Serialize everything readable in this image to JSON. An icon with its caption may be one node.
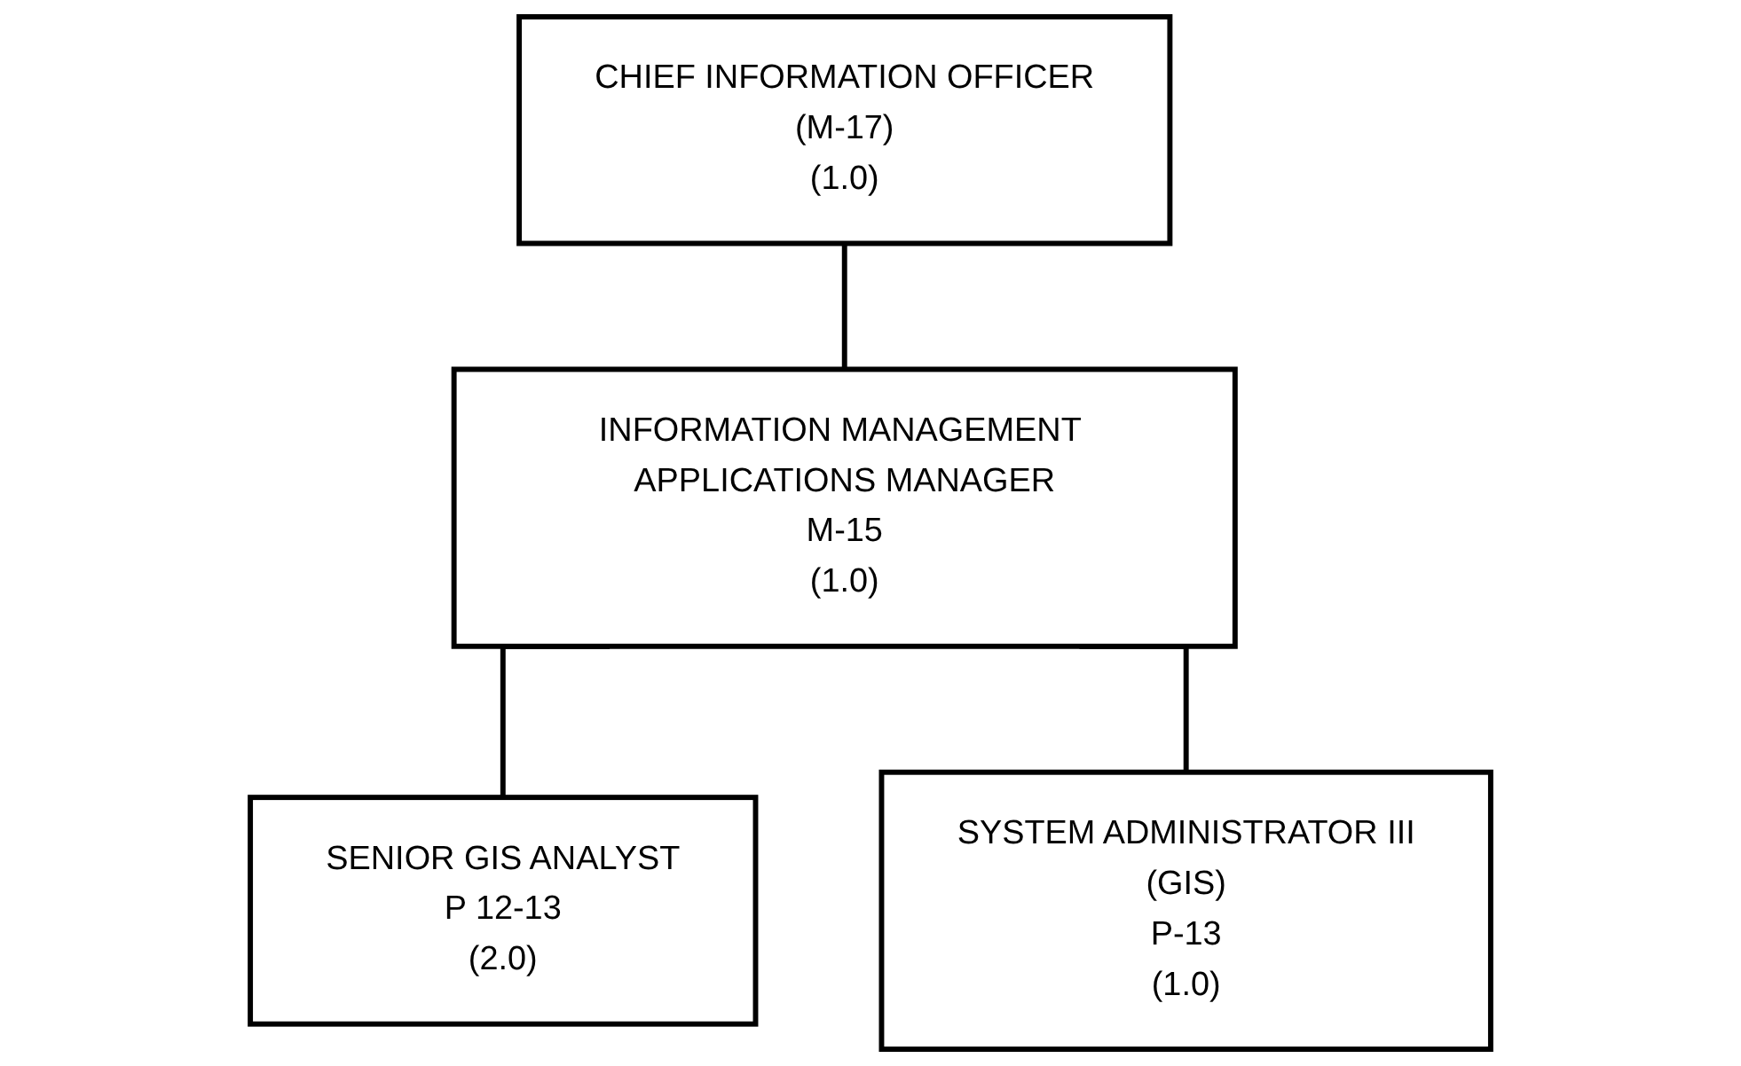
{
  "diagram": {
    "nodes": [
      {
        "text": [
          "CHIEF INFORMATION OFFICER",
          "(M-17)",
          "(1.0)"
        ]
      },
      {
        "text": [
          "INFORMATION MANAGEMENT APPLICATIONS MANAGER",
          "M-15",
          "(1.0)"
        ]
      },
      {
        "text": [
          "SENIOR GIS ANALYST",
          "P 12-13",
          "(2.0)"
        ]
      },
      {
        "text": [
          "SYSTEM ADMINISTRATOR III",
          "(GIS)",
          "P-13",
          "(1.0)"
        ]
      }
    ],
    "edges": [
      {
        "from": 0,
        "to": 1,
        "arrow": "none"
      },
      {
        "from": 1,
        "to": 2,
        "arrow": "none"
      },
      {
        "from": 1,
        "to": 3,
        "arrow": "none"
      }
    ]
  }
}
